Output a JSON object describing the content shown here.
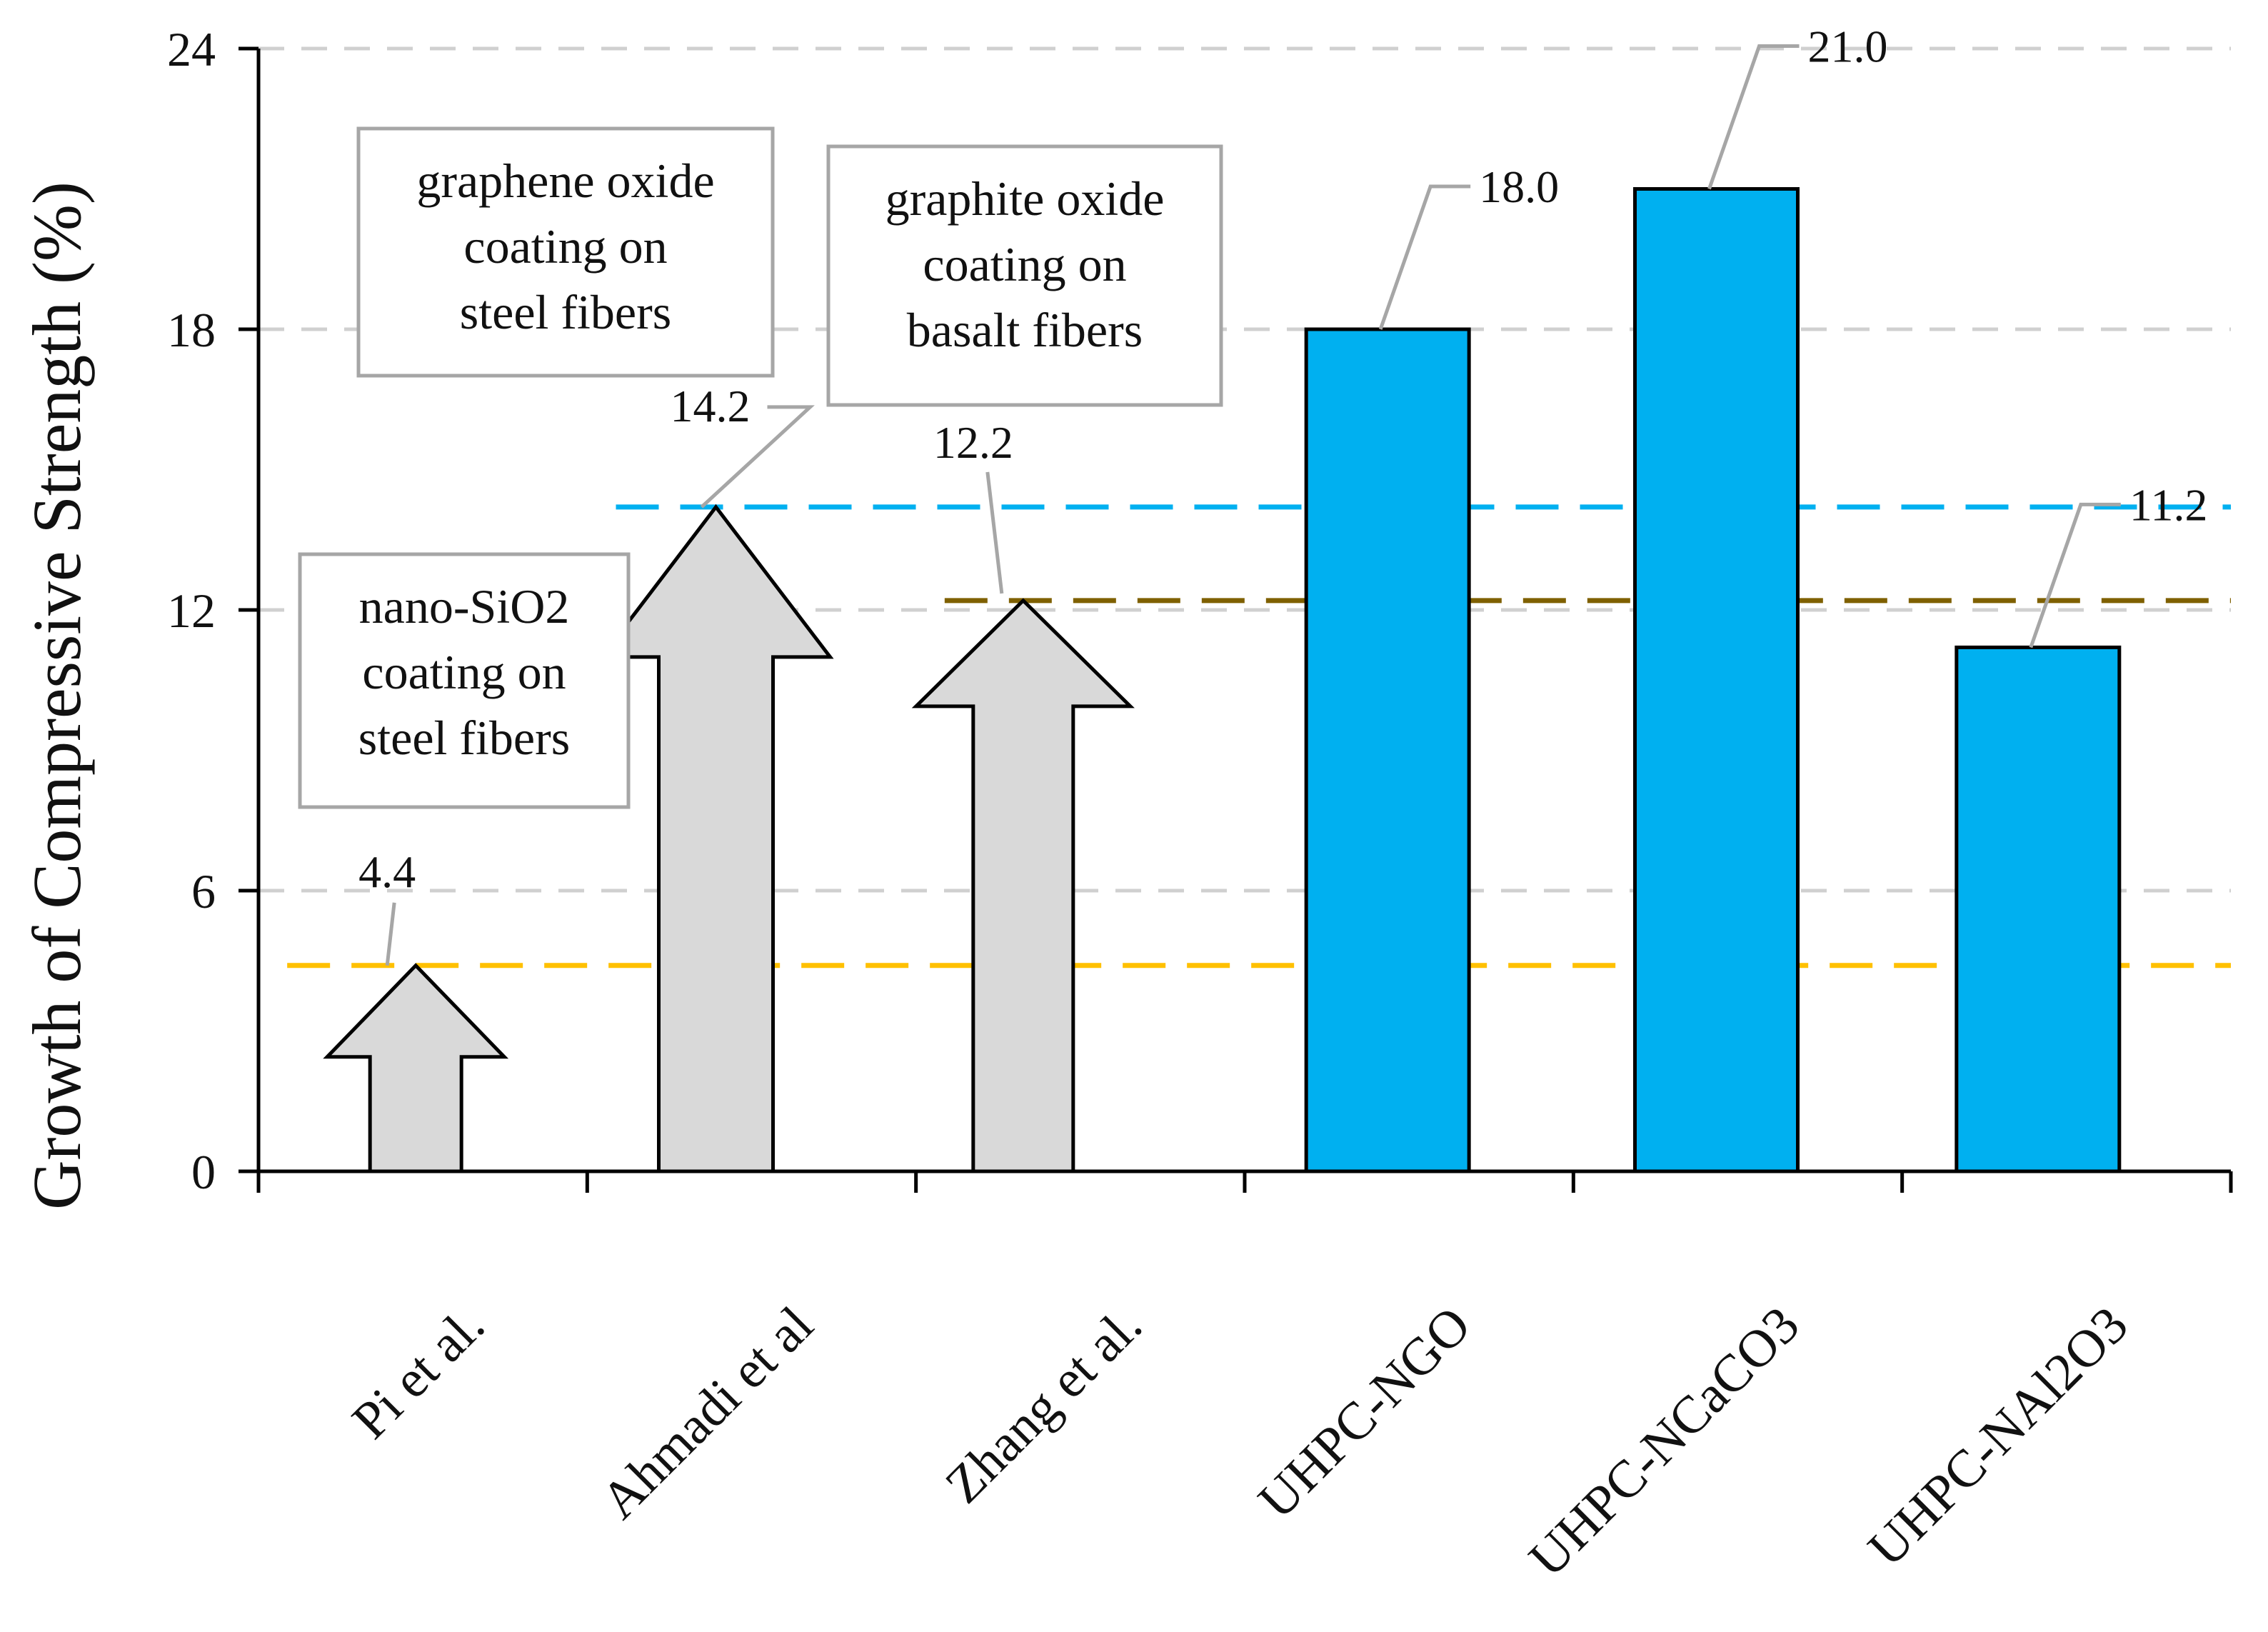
{
  "chart_data": {
    "type": "bar",
    "ylabel": "Growth of Compressive Strength (%)",
    "xlabel": "",
    "ylim": [
      0,
      24
    ],
    "yticks": [
      0,
      6,
      12,
      18,
      24
    ],
    "grid": true,
    "categories": [
      "Pi et al.",
      "Ahmadi et al",
      "Zhang et al.",
      "UHPC-NGO",
      "UHPC-NCaCO3",
      "UHPC-NAl2O3"
    ],
    "literature_arrows": [
      {
        "category": "Pi et al.",
        "value": 4.4,
        "label": "4.4",
        "note": [
          "nano-SiO2",
          "coating on",
          "steel fibers"
        ]
      },
      {
        "category": "Ahmadi et al",
        "value": 14.2,
        "label": "14.2",
        "note": [
          "graphene oxide",
          "coating on",
          "steel fibers"
        ]
      },
      {
        "category": "Zhang et al.",
        "value": 12.2,
        "label": "12.2",
        "note": [
          "graphite oxide",
          "coating on",
          "basalt fibers"
        ]
      }
    ],
    "bars": [
      {
        "category": "UHPC-NGO",
        "value": 18.0,
        "label": "18.0"
      },
      {
        "category": "UHPC-NCaCO3",
        "value": 21.0,
        "label": "21.0"
      },
      {
        "category": "UHPC-NAl2O3",
        "value": 11.2,
        "label": "11.2"
      }
    ],
    "reference_lines": [
      {
        "value": 4.4,
        "color": "#ffc000",
        "from_category": "Pi et al."
      },
      {
        "value": 14.2,
        "color": "#00b0f0",
        "from_category": "Ahmadi et al"
      },
      {
        "value": 12.2,
        "color": "#7f6000",
        "from_category": "Zhang et al."
      }
    ],
    "colors": {
      "bar": "#00b0f0",
      "arrow": "#d9d9d9"
    }
  }
}
